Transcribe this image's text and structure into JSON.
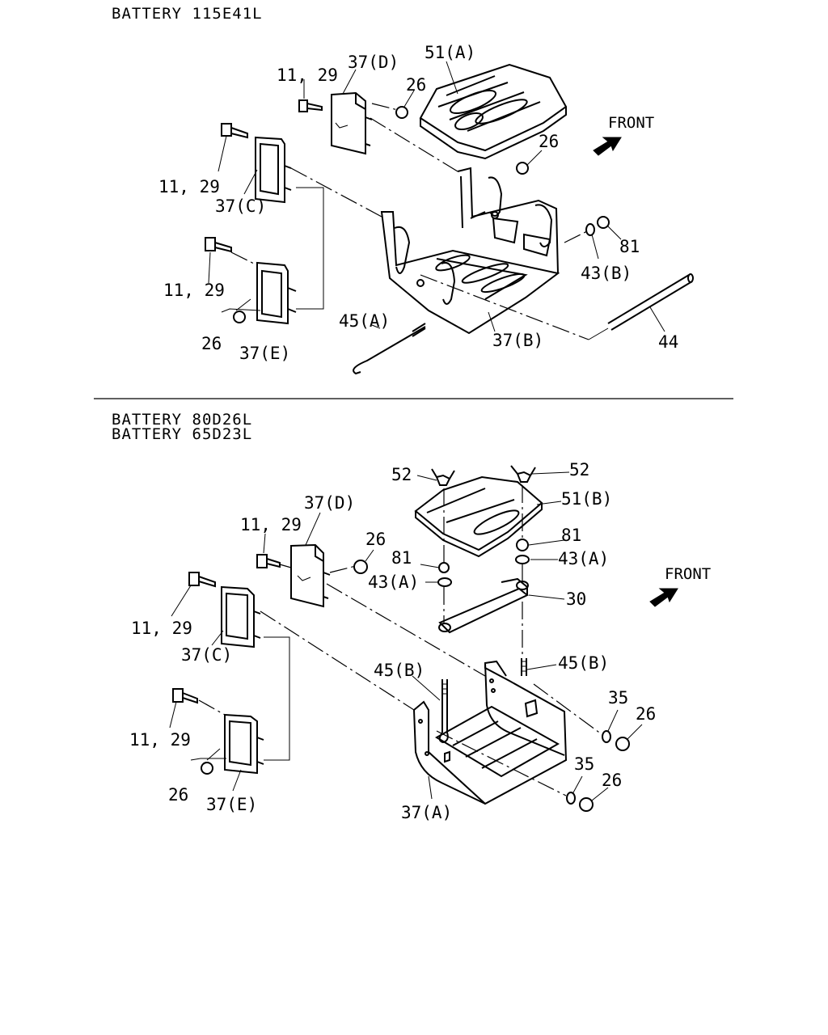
{
  "section1": {
    "header": "BATTERY 115E41L",
    "labels": {
      "l_11_29_a": "11, 29",
      "l_37d": "37(D)",
      "l_51a": "51(A)",
      "l_26_a": "26",
      "l_front": "FRONT",
      "l_26_b": "26",
      "l_11_29_b": "11, 29",
      "l_37c": "37(C)",
      "l_81": "81",
      "l_43b": "43(B)",
      "l_11_29_c": "11, 29",
      "l_26_c": "26",
      "l_37e": "37(E)",
      "l_45a": "45(A)",
      "l_37b": "37(B)",
      "l_44": "44"
    }
  },
  "section2": {
    "header_line1": "BATTERY 80D26L",
    "header_line2": "BATTERY 65D23L",
    "labels": {
      "l_52_a": "52",
      "l_52_b": "52",
      "l_51b": "51(B)",
      "l_37d": "37(D)",
      "l_11_29_a": "11, 29",
      "l_26_a": "26",
      "l_81_a": "81",
      "l_81_b": "81",
      "l_43a_a": "43(A)",
      "l_43a_b": "43(A)",
      "l_front": "FRONT",
      "l_30": "30",
      "l_11_29_b": "11, 29",
      "l_37c": "37(C)",
      "l_45b_a": "45(B)",
      "l_45b_b": "45(B)",
      "l_35_a": "35",
      "l_26_b": "26",
      "l_11_29_c": "11, 29",
      "l_35_b": "35",
      "l_26_c": "26",
      "l_26_d": "26",
      "l_37e": "37(E)",
      "l_37a": "37(A)"
    }
  }
}
